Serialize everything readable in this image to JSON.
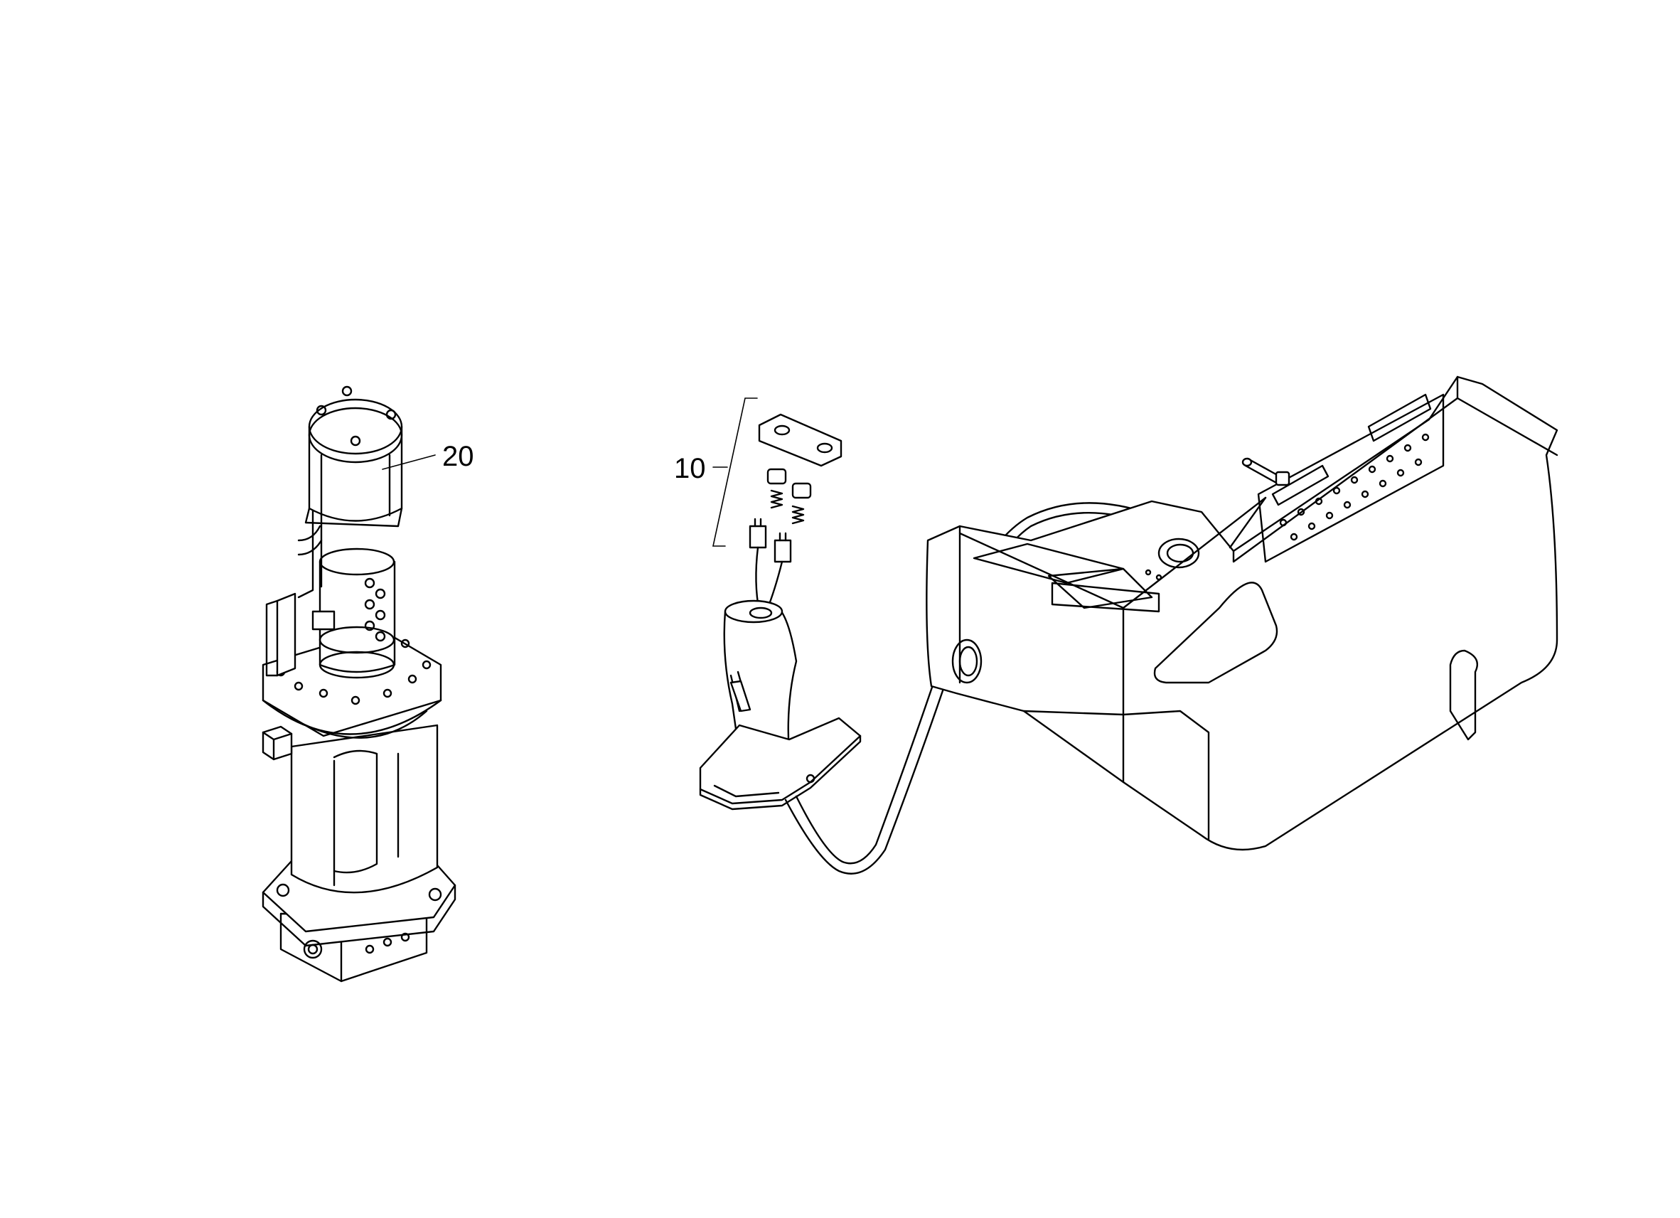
{
  "callouts": [
    {
      "id": "20",
      "label": "20"
    },
    {
      "id": "10",
      "label": "10"
    }
  ],
  "icons": {
    "pump_motor": "hydraulic-pump-motor-assembly",
    "joystick": "joystick-control-lever",
    "console": "operator-control-console"
  }
}
